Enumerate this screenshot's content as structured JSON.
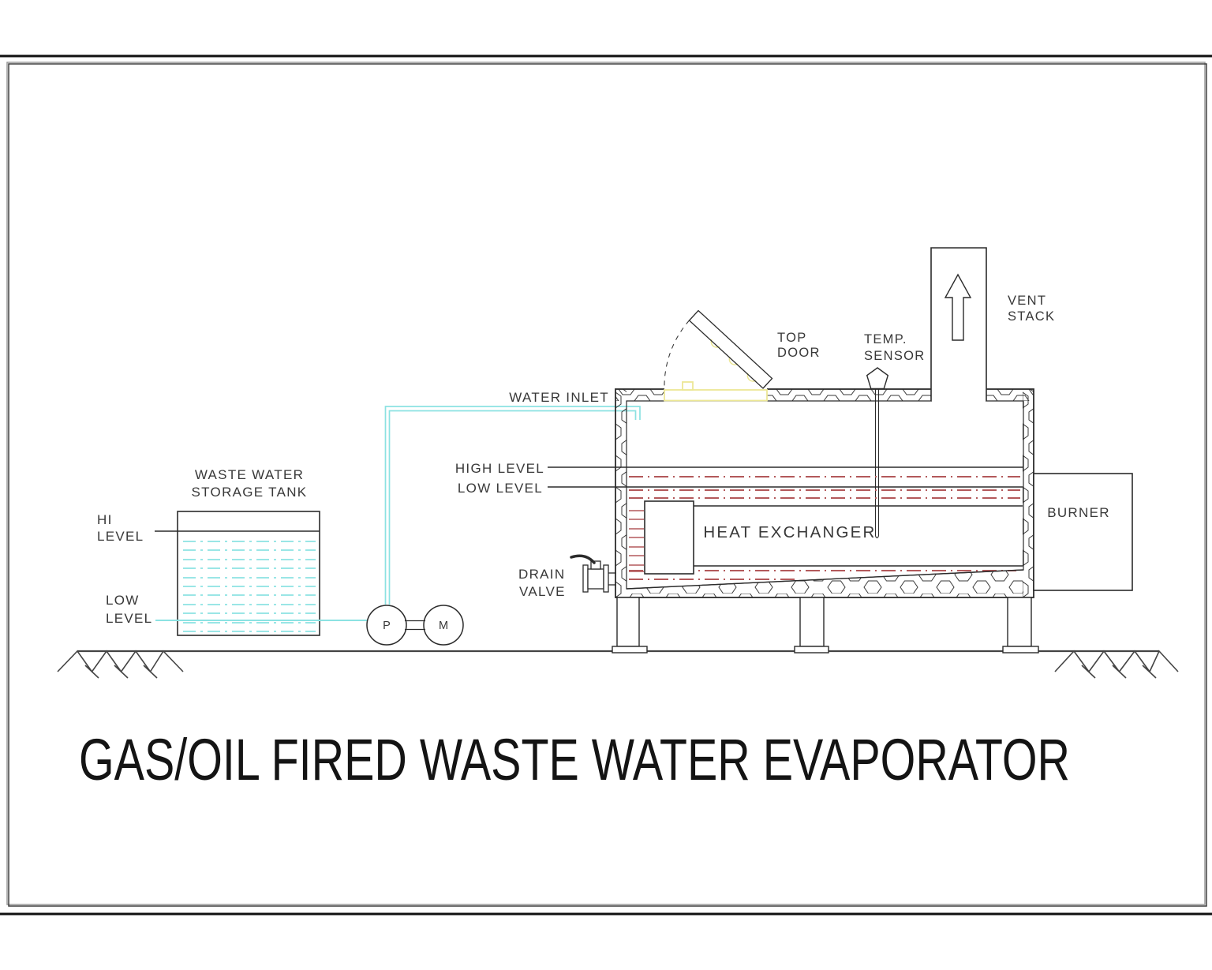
{
  "drawing_title": "GAS/OIL FIRED WASTE WATER EVAPORATOR",
  "tank": {
    "name_line1": "WASTE WATER",
    "name_line2": "STORAGE TANK",
    "hi_line1": "HI",
    "hi_line2": "LEVEL",
    "low_line1": "LOW",
    "low_line2": "LEVEL"
  },
  "pump": {
    "pump_label": "P",
    "motor_label": "M"
  },
  "evaporator": {
    "water_inlet": "WATER INLET",
    "high_level": "HIGH LEVEL",
    "low_level": "LOW LEVEL",
    "heat_exchanger": "HEAT EXCHANGER",
    "drain_line1": "DRAIN",
    "drain_line2": "VALVE",
    "top_door_line1": "TOP",
    "top_door_line2": "DOOR",
    "temp_line1": "TEMP.",
    "temp_line2": "SENSOR",
    "vent_line1": "VENT",
    "vent_line2": "STACK",
    "burner": "BURNER"
  },
  "colors": {
    "line": "#2b2b2b",
    "text": "#383838",
    "water": "#8ce2e2",
    "highlight": "#ece795",
    "heating": "#b3595b"
  }
}
